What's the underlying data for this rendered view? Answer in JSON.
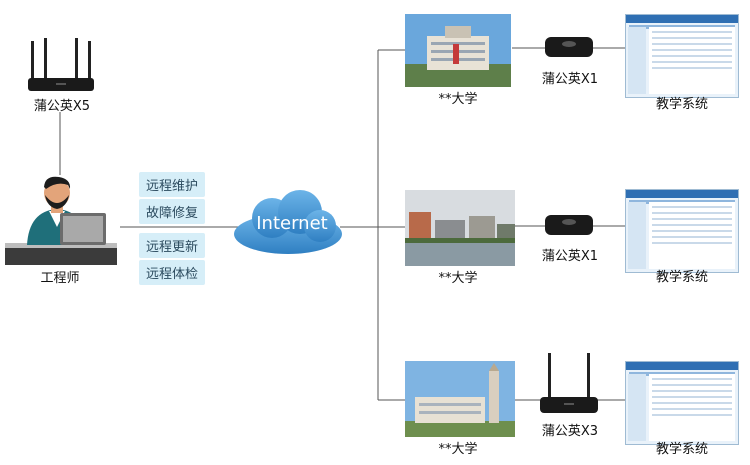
{
  "router_main": {
    "label": "蒲公英X5"
  },
  "engineer": {
    "label": "工程师"
  },
  "services": [
    "远程维护",
    "故障修复",
    "远程更新",
    "远程体检"
  ],
  "cloud": {
    "label": "Internet"
  },
  "branches": [
    {
      "campus": "**大学",
      "device": "蒲公英X1",
      "system": "教学系统"
    },
    {
      "campus": "**大学",
      "device": "蒲公英X1",
      "system": "教学系统"
    },
    {
      "campus": "**大学",
      "device": "蒲公英X3",
      "system": "教学系统"
    }
  ],
  "colors": {
    "line": "#555555",
    "tag_bg": "#d6eef8",
    "cloud": "#3f8ed0",
    "device": "#1a1a1a"
  }
}
